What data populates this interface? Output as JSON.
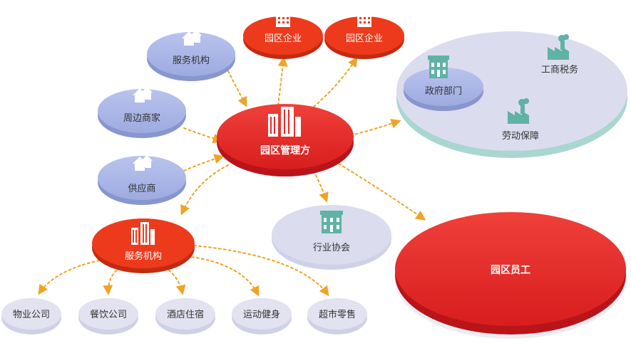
{
  "colors": {
    "red": "#e42a26",
    "red_dark": "#b9141a",
    "orange_red": "#ee3a1c",
    "orange_red_dark": "#c42a10",
    "blue": "#a9b5e6",
    "blue_dark": "#8796cf",
    "lavender": "#dcdcef",
    "lavender_dark": "#a9d6d0",
    "teal": "#5fb2a4",
    "arrow": "#f0a324",
    "text_dark": "#333333",
    "text_white": "#ffffff"
  },
  "nodes": {
    "management": {
      "label": "园区管理方",
      "icon": "office-building-icon"
    },
    "enterprise_1": {
      "label": "园区企业",
      "icon": "building-icon"
    },
    "enterprise_2": {
      "label": "园区企业",
      "icon": "building-icon"
    },
    "service_top": {
      "label": "服务机构",
      "icon": "house-icon"
    },
    "nearby_merchants": {
      "label": "周边商家",
      "icon": "house-icon"
    },
    "supplier": {
      "label": "供应商",
      "icon": "house-icon"
    },
    "service_main": {
      "label": "服务机构",
      "icon": "office-building-icon"
    },
    "government": {
      "label": "政府部门",
      "icon": "building-icon"
    },
    "tax": {
      "label": "工商税务",
      "icon": "factory-icon"
    },
    "labor": {
      "label": "劳动保障",
      "icon": "factory-icon"
    },
    "association": {
      "label": "行业协会",
      "icon": "building-icon"
    },
    "employees": {
      "label": "园区员工"
    },
    "property": {
      "label": "物业公司"
    },
    "catering": {
      "label": "餐饮公司"
    },
    "hotel": {
      "label": "酒店住宿"
    },
    "sports": {
      "label": "运动健身"
    },
    "supermarket": {
      "label": "超市零售"
    }
  }
}
